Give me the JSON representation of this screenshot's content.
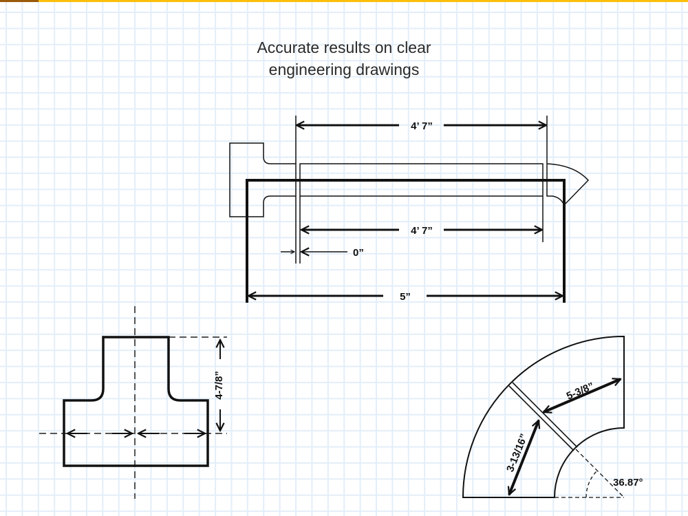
{
  "header": {
    "title_line1": "Accurate results on clear",
    "title_line2": "engineering drawings"
  },
  "colors": {
    "accent": "#fbbf0c",
    "accent_dark": "#9a5a0a",
    "grid": "#e3eef9",
    "ink": "#111111"
  },
  "pipe_drawing": {
    "top_dimension": "4’ 7”",
    "middle_dimension": "4’ 7”",
    "gap_dimension": "0”",
    "overall_dimension": "5”"
  },
  "tee_drawing": {
    "height_dimension": "4-7/8”"
  },
  "elbow_drawing": {
    "outer_dimension": "5-3/8”",
    "inner_dimension": "3-13/16”",
    "angle": "36.87°"
  }
}
